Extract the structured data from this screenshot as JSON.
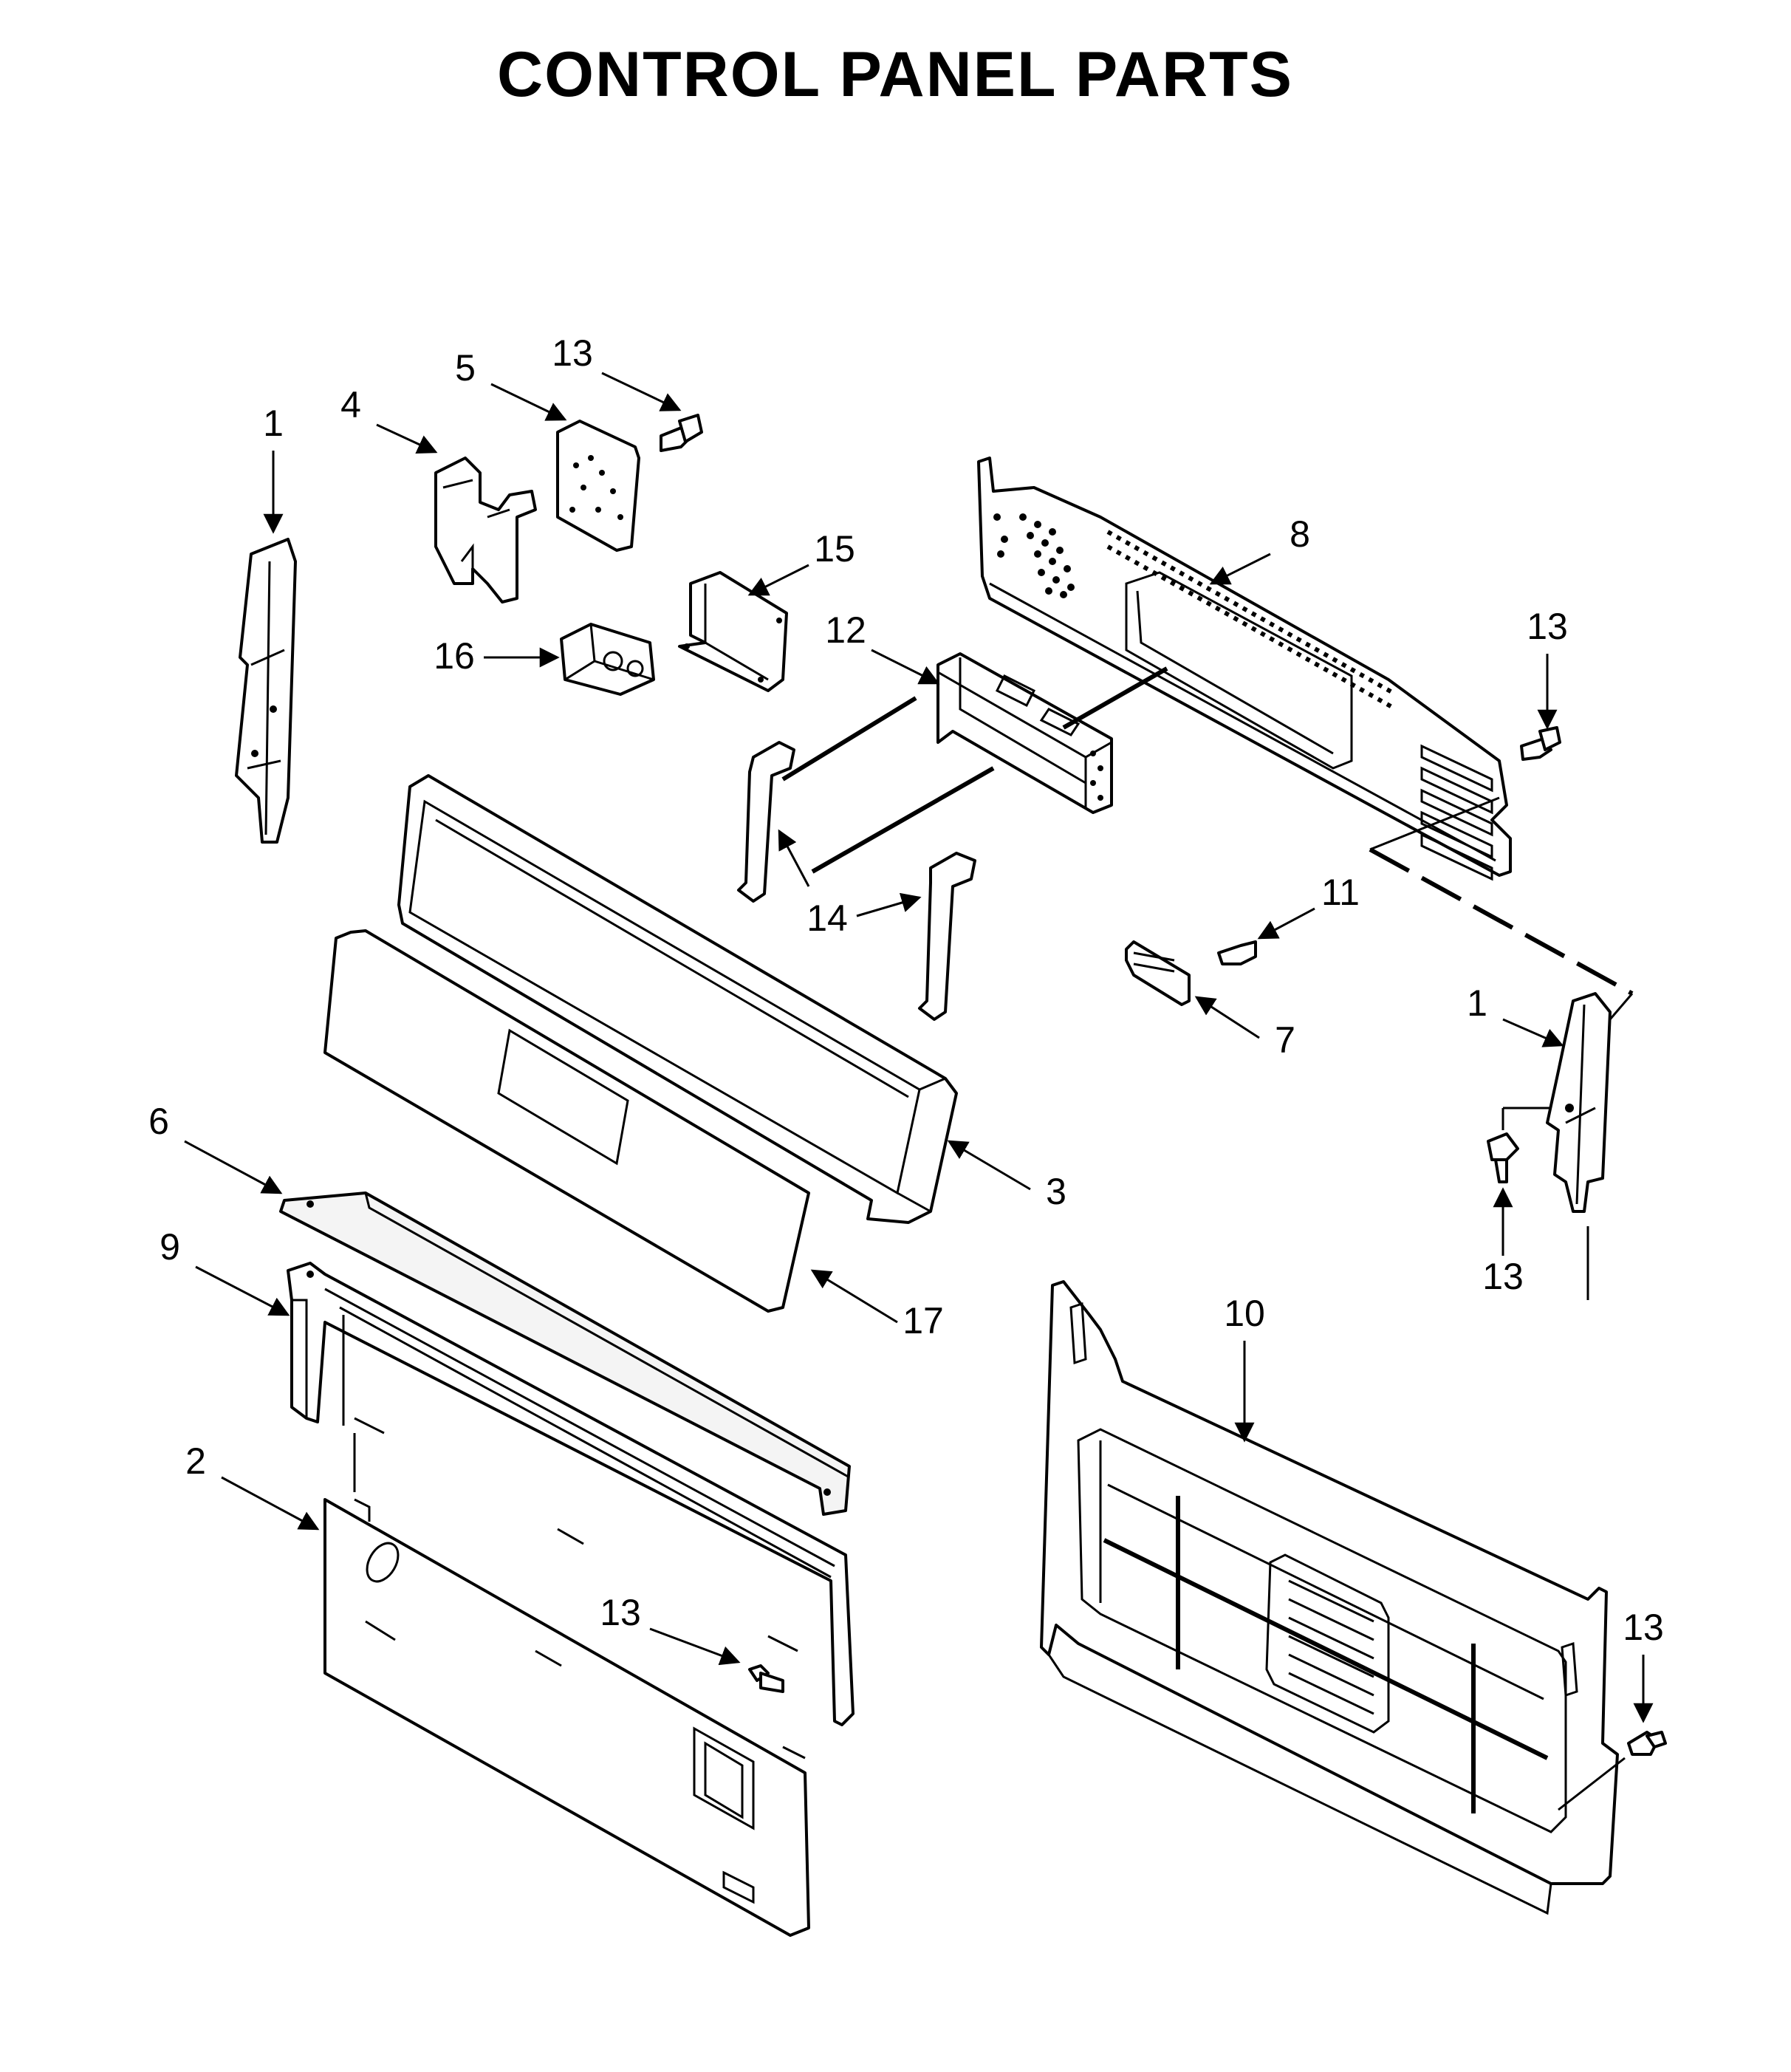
{
  "title": "CONTROL PANEL PARTS",
  "callouts": {
    "c1_left": "1",
    "c1_right": "1",
    "c2": "2",
    "c3": "3",
    "c4": "4",
    "c5": "5",
    "c6": "6",
    "c7": "7",
    "c8": "8",
    "c9": "9",
    "c10": "10",
    "c11": "11",
    "c12": "12",
    "c13_top": "13",
    "c13_right_top": "13",
    "c13_right_mid": "13",
    "c13_bottom": "13",
    "c13_bottom_right": "13",
    "c14": "14",
    "c15": "15",
    "c16": "16",
    "c17": "17"
  }
}
